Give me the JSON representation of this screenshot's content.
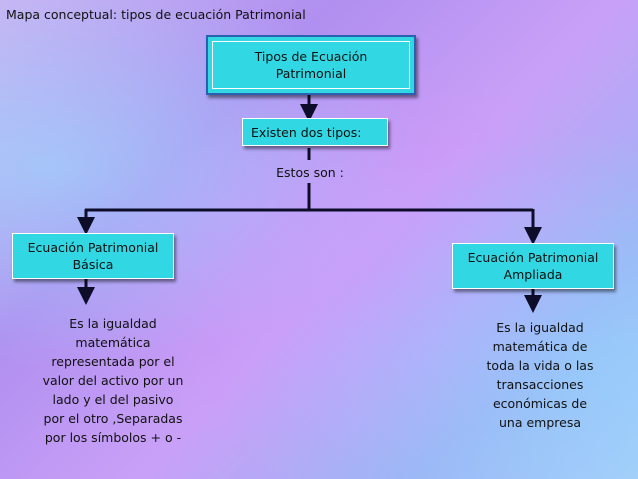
{
  "title": "Mapa conceptual: tipos de ecuación Patrimonial",
  "nodes": {
    "top": {
      "line1": "Tipos de Ecuación",
      "line2": "Patrimonial"
    },
    "middle": {
      "text": "Existen dos tipos:"
    },
    "connector_label": {
      "text": "Estos son :"
    },
    "left": {
      "line1": "Ecuación Patrimonial",
      "line2": "Básica"
    },
    "right": {
      "line1": "Ecuación Patrimonial",
      "line2": "Ampliada"
    }
  },
  "descriptions": {
    "left": [
      "Es la igualdad",
      "matemática",
      "representada por el",
      "valor del activo por un",
      "lado y el del pasivo",
      "por el otro ,Separadas",
      "por los símbolos + o -"
    ],
    "right": [
      "Es la igualdad",
      "matemática de",
      "toda la vida o las",
      "transacciones",
      "económicas de",
      "una empresa"
    ]
  },
  "colors": {
    "box_fill": "#31d8e4",
    "box_border": "#2b5fb0",
    "connector": "#0d0d2a"
  }
}
